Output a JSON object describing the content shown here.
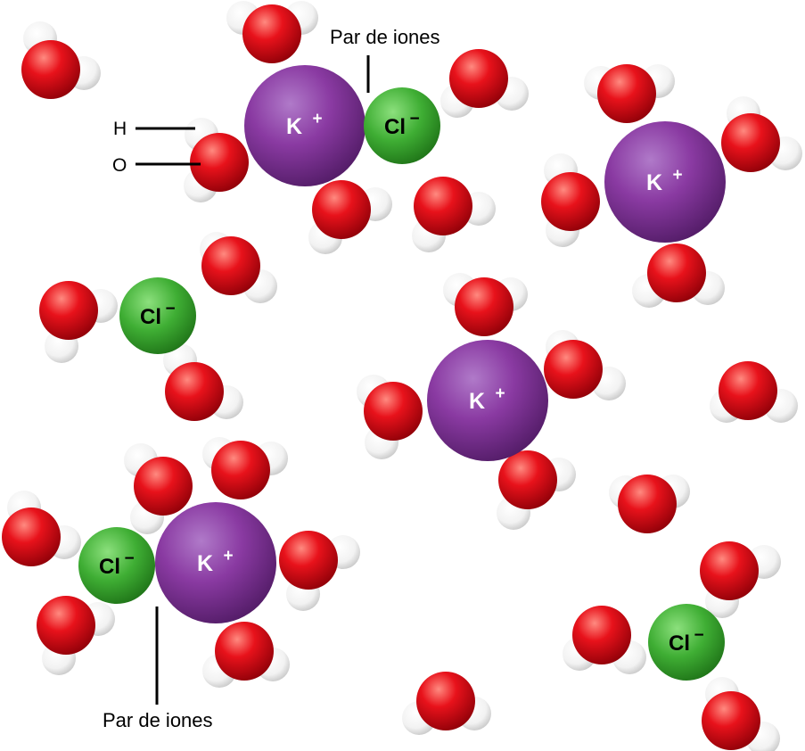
{
  "diagram": {
    "ion_labels": {
      "potassium": "K",
      "potassium_charge": "+",
      "chloride": "Cl",
      "chloride_charge": "−"
    },
    "callouts": {
      "ion_pair_top": "Par de iones",
      "ion_pair_bottom": "Par de iones",
      "hydrogen": "H",
      "oxygen": "O"
    },
    "colors": {
      "potassium": "#7b2f93",
      "chloride": "#3aa933",
      "oxygen": "#e0111b",
      "hydrogen": "#ffffff"
    }
  }
}
